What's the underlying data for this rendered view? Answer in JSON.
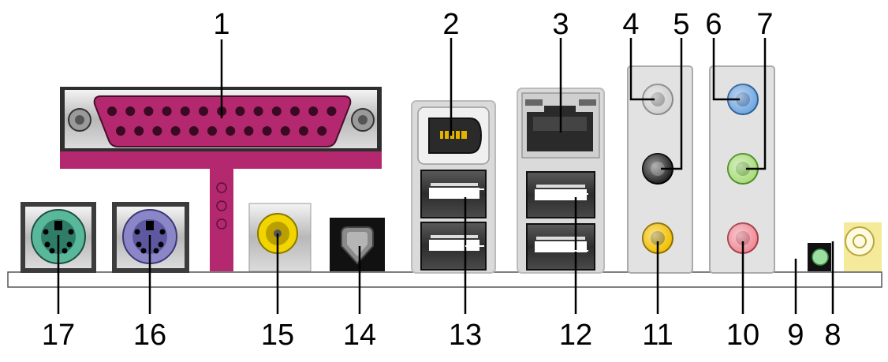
{
  "callouts": {
    "c1": "1",
    "c2": "2",
    "c3": "3",
    "c4": "4",
    "c5": "5",
    "c6": "6",
    "c7": "7",
    "c8": "8",
    "c9": "9",
    "c10": "10",
    "c11": "11",
    "c12": "12",
    "c13": "13",
    "c14": "14",
    "c15": "15",
    "c16": "16",
    "c17": "17"
  },
  "colors": {
    "parallel": "#b3286e",
    "ps2_mouse": "#5ab89a",
    "ps2_keyboard": "#8b86c8",
    "coaxial": "#f2d400",
    "audio_blue": "#6fa6e0",
    "audio_green": "#a8dc7a",
    "audio_pink": "#f08a96",
    "audio_yellow": "#f2c000",
    "audio_gray": "#cfcfcf",
    "audio_black": "#222222",
    "antenna": "#f4ea9a",
    "led_green": "#9be0a0"
  }
}
